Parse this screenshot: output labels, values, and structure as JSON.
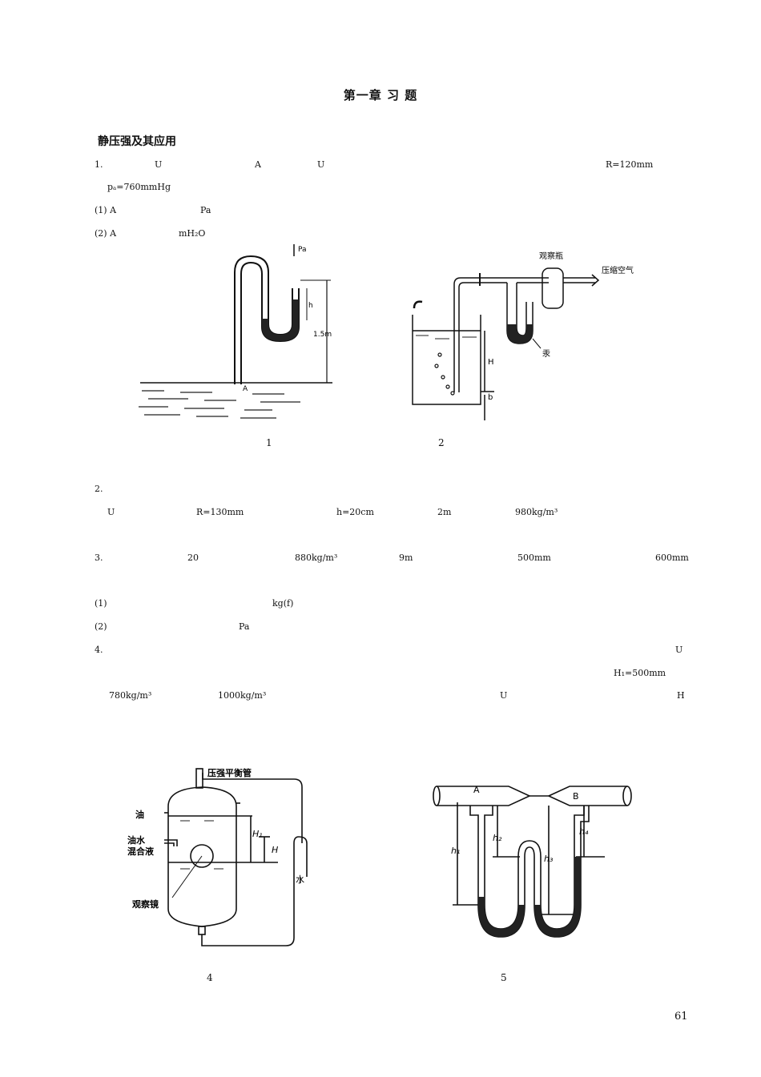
{
  "page": {
    "title": "第一章  习  题",
    "section": "静压强及其应用",
    "page_number": "61"
  },
  "problems": {
    "p1": {
      "num": "1.",
      "frag_u1": "U",
      "frag_a": "A",
      "frag_u2": "U",
      "frag_r": "R=120mm",
      "frag_pa": "pₐ=760mmHg",
      "q1_label": "(1) A",
      "q1_unit": "Pa",
      "q2_label": "(2) A",
      "q2_unit": "mH₂O"
    },
    "p2": {
      "num": "2.",
      "frag_u": "U",
      "frag_r": "R=130mm",
      "frag_h": "h=20cm",
      "frag_2m": "2m",
      "frag_rho": "980kg/m³"
    },
    "p3": {
      "num": "3.",
      "frag_20": "20",
      "frag_rho": "880kg/m³",
      "frag_9m": "9m",
      "frag_500": "500mm",
      "frag_600": "600mm",
      "q1_label": "(1)",
      "q1_unit": "kg(f)",
      "q2_label": "(2)",
      "q2_unit": "Pa"
    },
    "p4": {
      "num": "4.",
      "frag_u1": "U",
      "frag_h1": "H₁=500mm",
      "frag_rho1": "780kg/m³",
      "frag_rho2": "1000kg/m³",
      "frag_u2": "U",
      "frag_h": "H"
    }
  },
  "figures": {
    "fig1": {
      "caption": "1",
      "label_pa": "Pa",
      "label_h": "h",
      "label_len": "1.5m",
      "label_a": "A"
    },
    "fig2": {
      "caption": "2",
      "label_bottle": "观察瓶",
      "label_air": "压缩空气",
      "label_hg": "汞",
      "label_H": "H",
      "label_b": "b"
    },
    "fig4": {
      "caption": "4",
      "label_pipe": "压强平衡管",
      "label_oil": "油",
      "label_mix1": "油水",
      "label_mix2": "混合液",
      "label_window": "观察镜",
      "label_water": "水",
      "label_h1": "H₁",
      "label_H": "H"
    },
    "fig5": {
      "caption": "5",
      "label_a": "A",
      "label_b": "B",
      "label_h1": "h₁",
      "label_h2": "h₂",
      "label_h3": "h₃",
      "label_h4": "h₄"
    }
  }
}
